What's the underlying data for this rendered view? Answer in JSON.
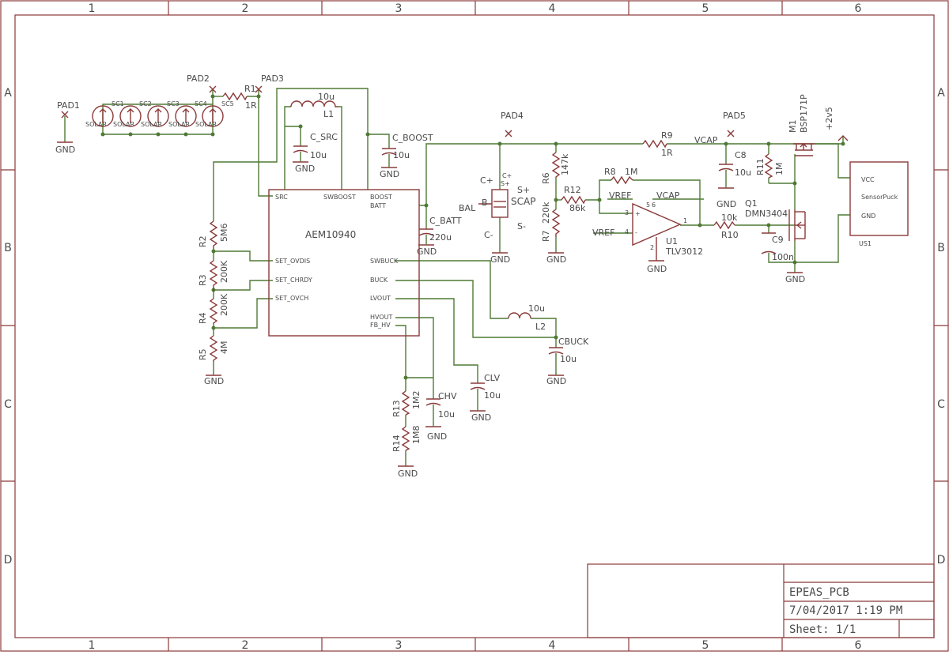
{
  "frame": {
    "columns": [
      "1",
      "2",
      "3",
      "4",
      "5",
      "6"
    ],
    "rows": [
      "A",
      "B",
      "C",
      "D"
    ]
  },
  "title_block": {
    "name": "EPEAS_PCB",
    "date": "7/04/2017 1:19 PM",
    "sheet": "Sheet: 1/1"
  },
  "colors": {
    "component": "#8b3a3a",
    "wire": "#4f7a35",
    "text": "#4a4a4a"
  },
  "pads": {
    "pad1": "PAD1",
    "pad2": "PAD2",
    "pad3": "PAD3",
    "pad4": "PAD4",
    "pad5": "PAD5"
  },
  "solar": [
    "SC1",
    "SC2",
    "SC3",
    "SC4",
    "SC5"
  ],
  "solar_label": "SOLAR",
  "gnd": "GND",
  "r1": {
    "name": "R1",
    "value": "1R"
  },
  "l1": {
    "name": "L1",
    "value": "10u"
  },
  "c_src": {
    "name": "C_SRC",
    "value": "10u"
  },
  "c_boost": {
    "name": "C_BOOST",
    "value": "10u"
  },
  "c_batt": {
    "name": "C_BATT",
    "value": "220u"
  },
  "ic": {
    "name": "AEM10940",
    "pins_left": [
      "SRC",
      "SET_OVDIS",
      "SET_CHRDY",
      "SET_OVCH"
    ],
    "pins_top": [
      "SWBOOST",
      "BOOST",
      "BATT"
    ],
    "pins_right": [
      "SWBUCK",
      "BUCK",
      "LVOUT",
      "HVOUT",
      "FB_HV"
    ]
  },
  "r2": {
    "name": "R2",
    "value": "5M6"
  },
  "r3": {
    "name": "R3",
    "value": "200K"
  },
  "r4": {
    "name": "R4",
    "value": "200K"
  },
  "r5": {
    "name": "R5",
    "value": "4M"
  },
  "r13": {
    "name": "R13",
    "value": "1M2"
  },
  "r14": {
    "name": "R14",
    "value": "1M8"
  },
  "chv": {
    "name": "CHV",
    "value": "10u"
  },
  "clv": {
    "name": "CLV",
    "value": "10u"
  },
  "l2": {
    "name": "L2",
    "value": "10u"
  },
  "cbuck": {
    "name": "CBUCK",
    "value": "10u"
  },
  "scap": {
    "name": "SCAP",
    "cplus": "C+",
    "splus": "S+",
    "cminus": "C-",
    "sminus": "S-",
    "bal": "BAL",
    "b": "B"
  },
  "r6": {
    "name": "R6",
    "value": "147k"
  },
  "r7": {
    "name": "R7",
    "value": "220k"
  },
  "r12": {
    "name": "R12",
    "value": "86k"
  },
  "r8": {
    "name": "R8",
    "value": "1M"
  },
  "u1": {
    "name": "U1",
    "value": "TLV3012",
    "vref": "VREF",
    "vcap": "VCAP"
  },
  "r9": {
    "name": "R9",
    "value": "1R"
  },
  "vcap": "VCAP",
  "c8": {
    "name": "C8",
    "value": "10u"
  },
  "r10": {
    "name": "R10",
    "value": "10k"
  },
  "c9": {
    "name": "C9",
    "value": "100n"
  },
  "r11": {
    "name": "R11",
    "value": "1M"
  },
  "q1": {
    "name": "Q1",
    "value": "DMN3404"
  },
  "m1": {
    "name": "M1",
    "value": "BSP171P"
  },
  "supply": "+2v5",
  "us1": {
    "name": "US1",
    "vcc": "VCC",
    "label": "SensorPuck",
    "gnd": "GND"
  }
}
